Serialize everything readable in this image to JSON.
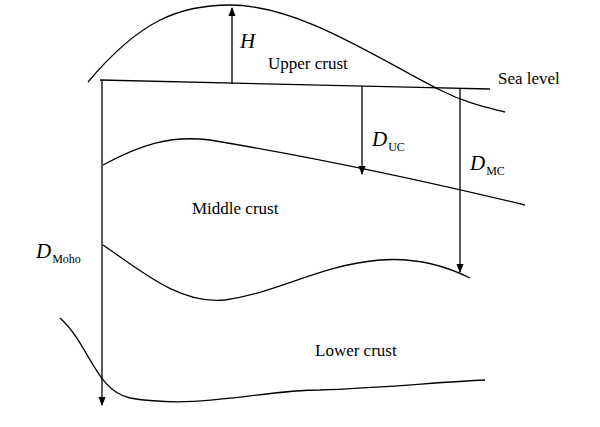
{
  "diagram": {
    "labels": [
      "H",
      "Upper crust",
      "Sea level",
      "D",
      "UC",
      "D",
      "MC",
      "Middle crust",
      "D",
      "Moho",
      "Lower crust"
    ]
  }
}
